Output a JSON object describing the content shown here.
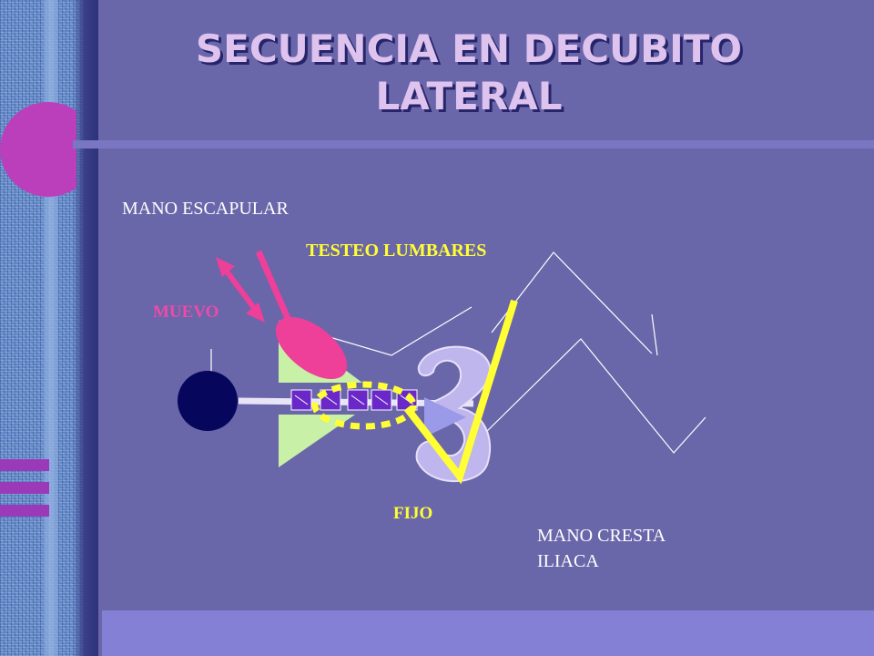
{
  "title": "SECUENCIA EN DECUBITO LATERAL",
  "labels": {
    "mano_escapular": "MANO ESCAPULAR",
    "testeo_lumbares": "TESTEO LUMBARES",
    "muevo": "MUEVO",
    "fijo": "FIJO",
    "mano_cresta_iliaca": "MANO CRESTA ILIACA"
  },
  "colors": {
    "background": "#6a66aa",
    "title": "#ddc3ee",
    "yellow": "#ffff33",
    "magenta": "#ee3f99",
    "head": "#06065c",
    "spine_block": "#6a28c8",
    "wedge": "#c8f0a6",
    "sacrum": "#c0b6ee"
  },
  "icons": [
    "double-arrow-icon",
    "hand-icon",
    "head-icon",
    "vertebra-icon",
    "checkmark-icon"
  ]
}
